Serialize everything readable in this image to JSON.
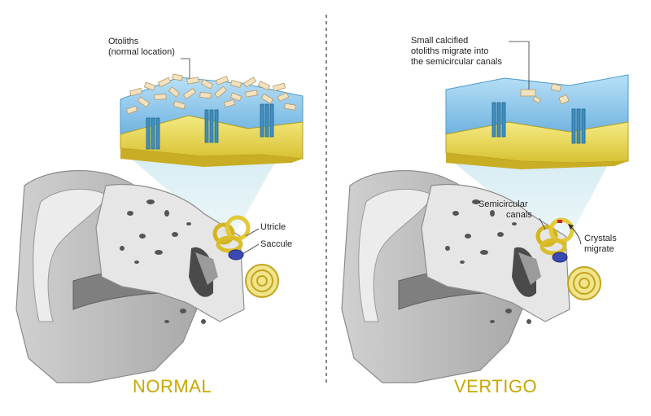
{
  "normal": {
    "title": "NORMAL",
    "otoliths_label_line1": "Otoliths",
    "otoliths_label_line2": "(normal location)",
    "utricle_label": "Utricle",
    "saccule_label": "Saccule"
  },
  "vertigo": {
    "title": "VERTIGO",
    "calcified_line1": "Small calcified",
    "calcified_line2": "otoliths migrate into",
    "calcified_line3": "the semicircular canals",
    "semicircular_line1": "Semicircular",
    "semicircular_line2": "canals",
    "crystals_line1": "Crystals",
    "crystals_line2": "migrate"
  },
  "colors": {
    "title": "#c8a800",
    "fluid": "#9fd0ef",
    "membrane": "#e8dc5a",
    "hair_cell": "#3f8fbf",
    "crystal": "#f3e2c0",
    "inner_ear": "#e2c43a",
    "saccule_blue": "#2a3a9a",
    "migrated_crystal": "#d02020"
  }
}
